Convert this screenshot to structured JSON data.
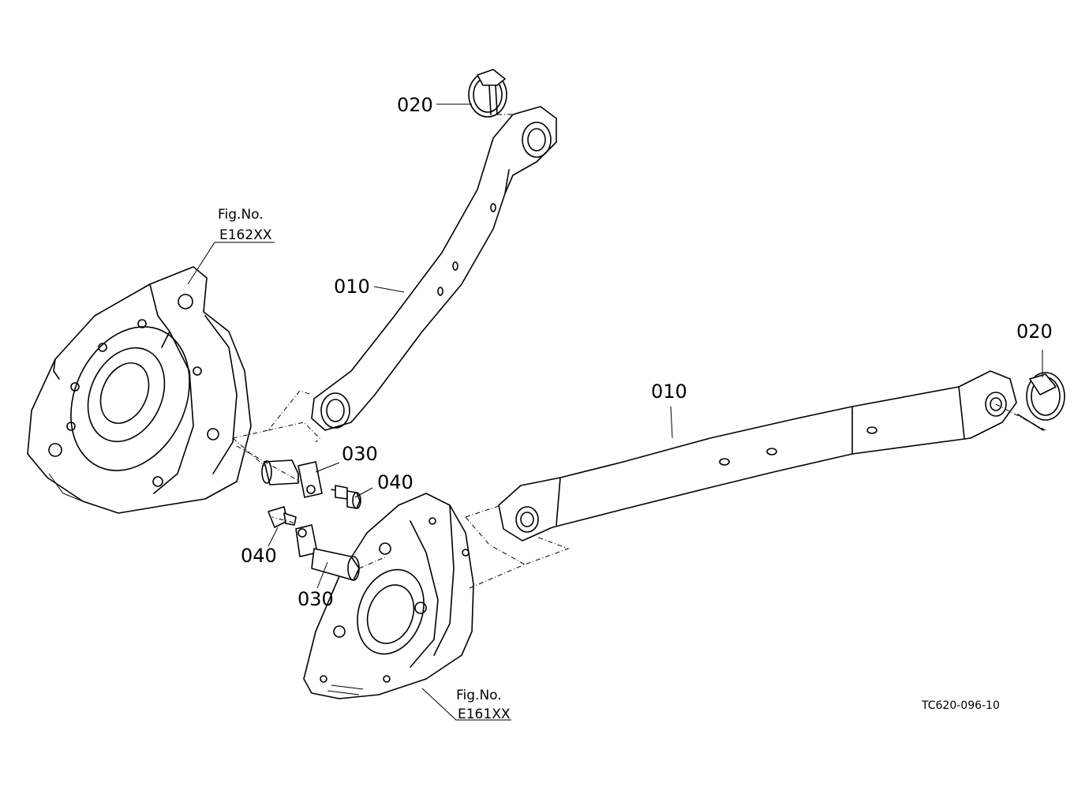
{
  "parts": {
    "lower_link_upper": "010",
    "lower_link_right": "010",
    "lynch_pin_upper": "020",
    "lynch_pin_right": "020",
    "pin_upper": "030",
    "pin_lower": "030",
    "bolt_upper": "040",
    "bolt_lower": "040"
  },
  "refs": {
    "left_fig_label": "Fig.No.",
    "left_fig_code": "E162XX",
    "bottom_fig_label": "Fig.No.",
    "bottom_fig_code": "E161XX"
  },
  "drawing_code": "TC620-096-10"
}
